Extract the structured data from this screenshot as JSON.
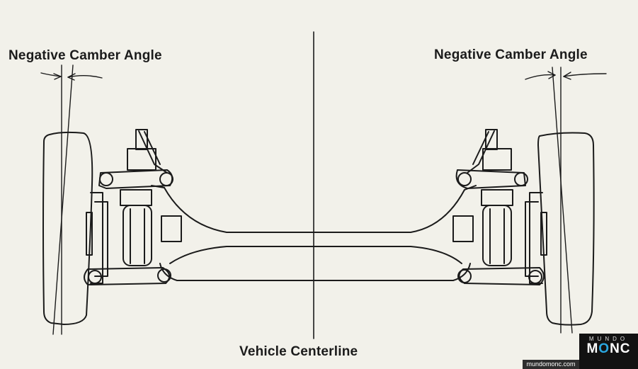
{
  "labels": {
    "left_angle": "Negative Camber Angle",
    "right_angle": "Negative Camber Angle",
    "centerline": "Vehicle Centerline"
  },
  "watermark": {
    "logo_top": "MUNDO",
    "logo_main_a": "M",
    "logo_main_b": "O",
    "logo_main_c": "NC",
    "url": "mundomonc.com"
  },
  "colors": {
    "line": "#1b1b1b",
    "background": "#f2f1ea",
    "logo_background": "#121212",
    "logo_accent": "#2aa7e0"
  }
}
